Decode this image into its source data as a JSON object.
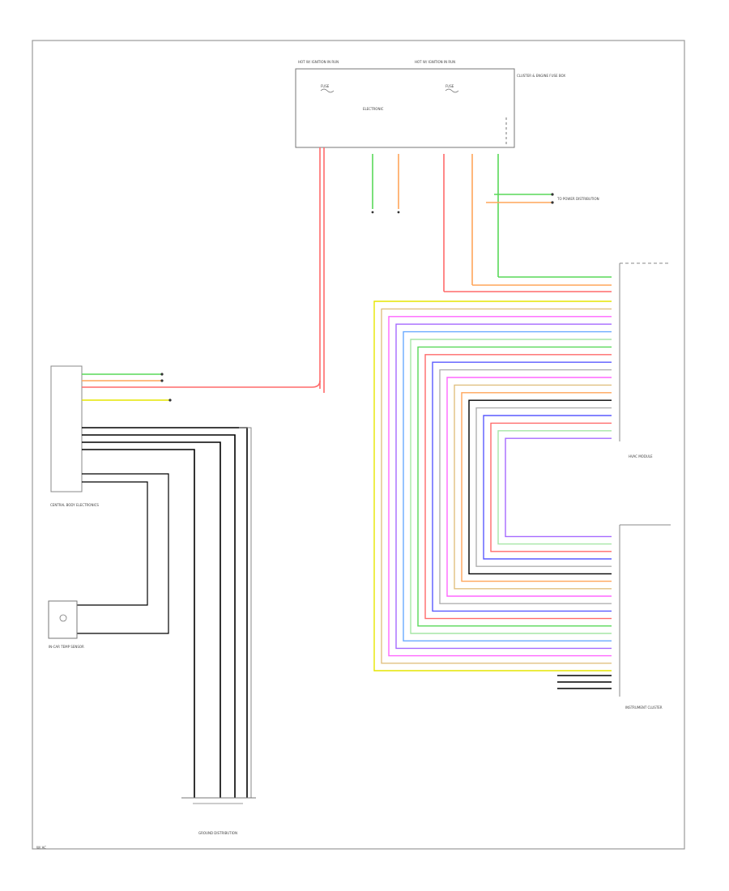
{
  "colors": {
    "red": "#ff6a6a",
    "green": "#58d858",
    "orange": "#ffa55a",
    "yellow": "#e6e600",
    "pink": "#ff66ff",
    "blue": "#5a5aff",
    "ltblue": "#6aaaff",
    "gray": "#b0b0b0",
    "black": "#000000",
    "violet": "#a66aff",
    "ltgreen": "#a6e6a6",
    "tan": "#e0c080"
  },
  "labels": {
    "top_connector_left": "HOT W/ IGNITION IN RUN",
    "top_connector_right": "HOT W/ IGNITION IN RUN",
    "top_module_name": "CLUSTER & ENGINE FUSE BOX",
    "top_module_side": "ELECTRONIC",
    "top_module_fuse_a": "FUSE",
    "top_module_fuse_b": "FUSE",
    "hvac_module_name": "HVAC MODULE",
    "rh_module_name": "INSTRUMENT CLUSTER",
    "left_module_name": "CENTRAL BODY ELECTRONICS",
    "sensor_name": "IN-CAR TEMP SENSOR",
    "ground_name": "GROUND DISTRIBUTION",
    "corner_note": "W/ AC",
    "splice_label": "TO POWER DISTRIBUTION"
  }
}
